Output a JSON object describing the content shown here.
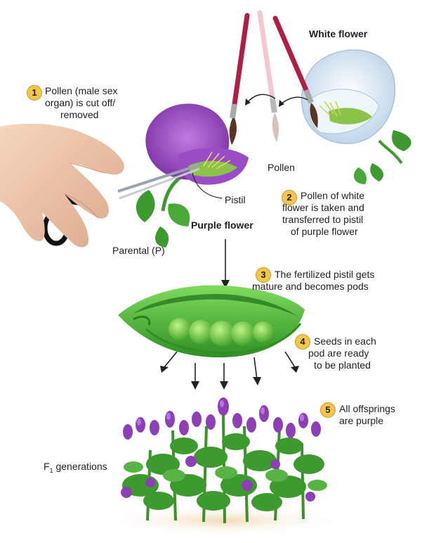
{
  "labels": {
    "white_flower": "White flower",
    "purple_flower": "Purple flower",
    "pollen": "Pollen",
    "pistil": "Pistil",
    "parental": "Parental (P)",
    "f1_main": "F",
    "f1_sub": "1",
    "f1_rest": " generations"
  },
  "steps": [
    {
      "num": "1",
      "lines": [
        "Pollen (male sex",
        "organ) is cut off/",
        "removed"
      ]
    },
    {
      "num": "2",
      "lines": [
        "Pollen of white",
        "flower is taken and",
        "transferred to pistil",
        "of purple flower"
      ]
    },
    {
      "num": "3",
      "lines": [
        "The fertilized pistil gets",
        "mature and becomes pods"
      ]
    },
    {
      "num": "4",
      "lines": [
        "Seeds in each",
        "pod are ready",
        "to be planted"
      ]
    },
    {
      "num": "5",
      "lines": [
        "All offsprings",
        "are purple"
      ]
    }
  ],
  "colors": {
    "purple": "#8e3fb5",
    "white_flower": "#dbe9f5",
    "leaf": "#3d9a2e",
    "pod": "#47b33a",
    "badge": "#f6c64a",
    "brush_handle": "#b01e45"
  }
}
